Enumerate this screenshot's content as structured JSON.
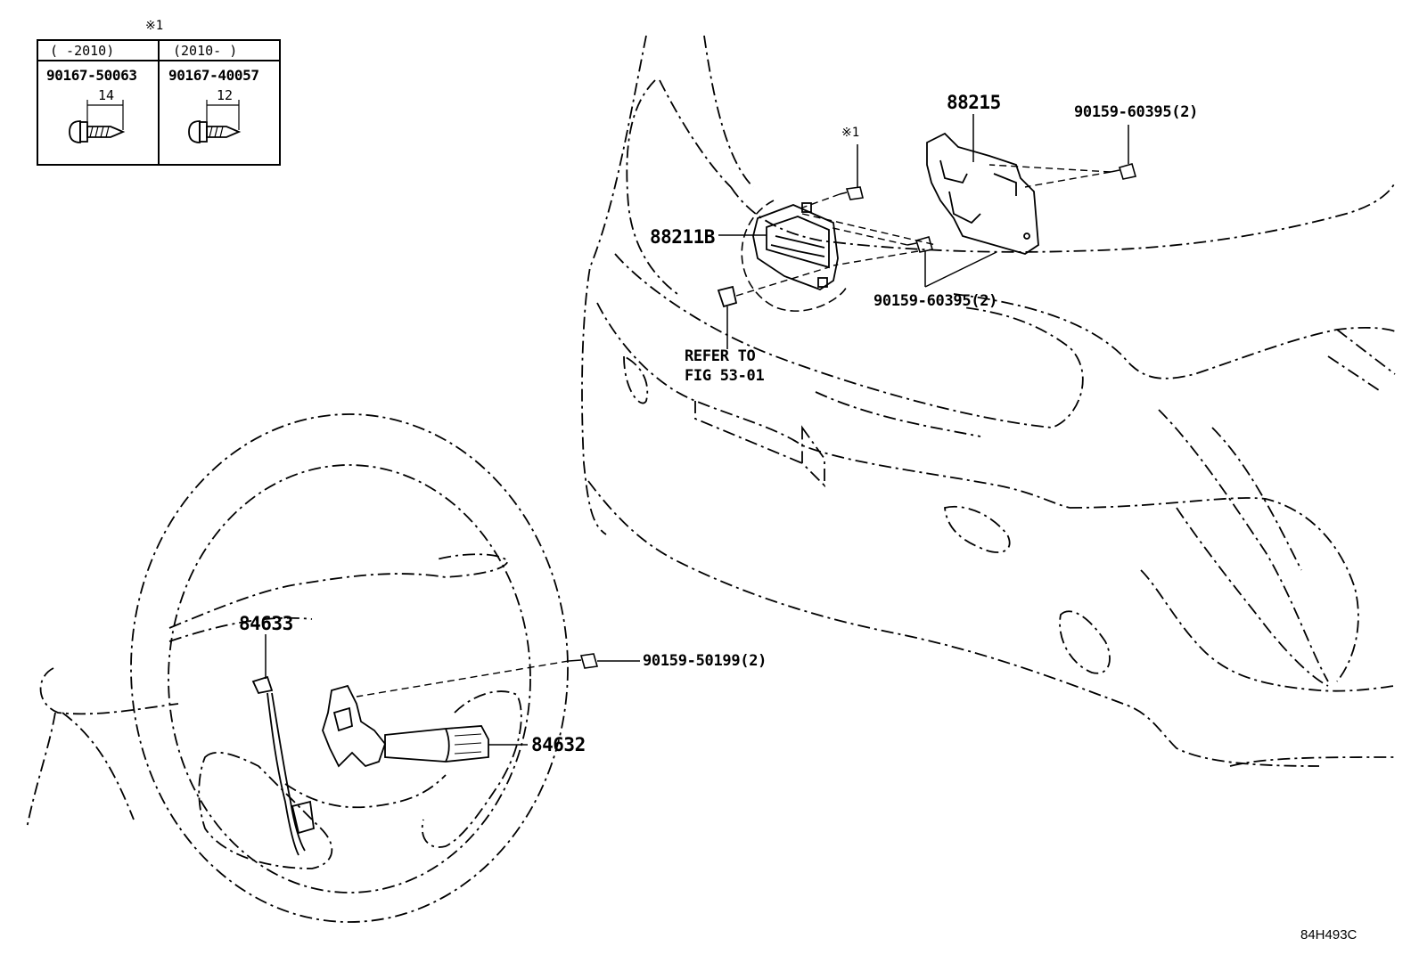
{
  "note_mark": "※1",
  "screw_table": {
    "columns": [
      {
        "range": "(    -2010)",
        "part": "90167-50063",
        "length": "14"
      },
      {
        "range": "(2010-    )",
        "part": "90167-40057",
        "length": "12"
      }
    ]
  },
  "callouts": {
    "bracket": "88215",
    "bolt_top_right": "90159-60395(2)",
    "bolt_mid": "90159-60395(2)",
    "sensor": "88211B",
    "note_ref": "※1",
    "refer_line1": "REFER TO",
    "refer_line2": "FIG 53-01",
    "wire": "84633",
    "steering_bolt": "90159-50199(2)",
    "switch": "84632"
  },
  "diagram_code": "84H493C"
}
